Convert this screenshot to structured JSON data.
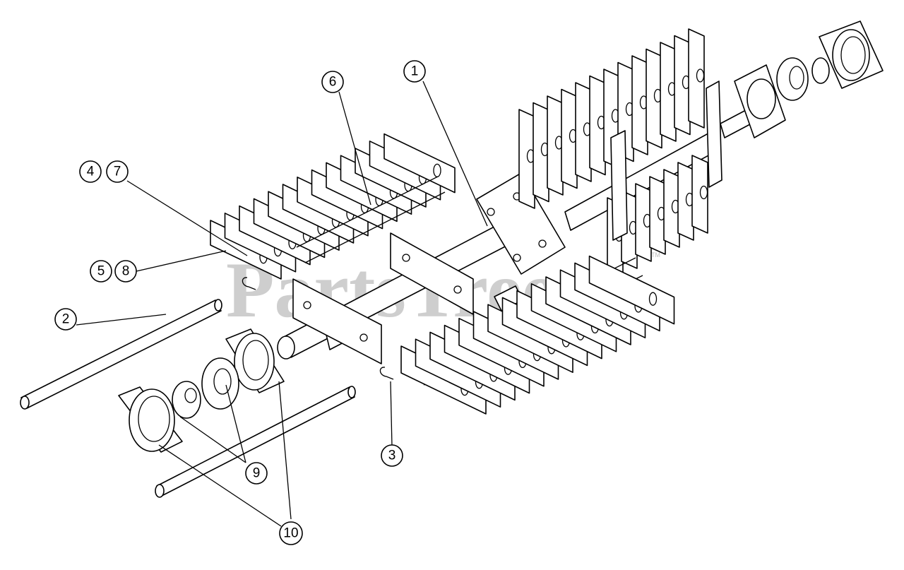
{
  "watermark": {
    "text": "PartsTree",
    "trademark": "TM",
    "color": "#bdbdbd"
  },
  "callouts": [
    {
      "id": "c1",
      "labels": [
        "1"
      ]
    },
    {
      "id": "c2",
      "labels": [
        "2"
      ]
    },
    {
      "id": "c3",
      "labels": [
        "3"
      ]
    },
    {
      "id": "c47",
      "labels": [
        "4",
        "7"
      ]
    },
    {
      "id": "c58",
      "labels": [
        "5",
        "8"
      ]
    },
    {
      "id": "c6",
      "labels": [
        "6"
      ]
    },
    {
      "id": "c9",
      "labels": [
        "9"
      ]
    },
    {
      "id": "c10",
      "labels": [
        "10"
      ]
    }
  ],
  "colors": {
    "line": "#000000",
    "background": "#ffffff"
  }
}
